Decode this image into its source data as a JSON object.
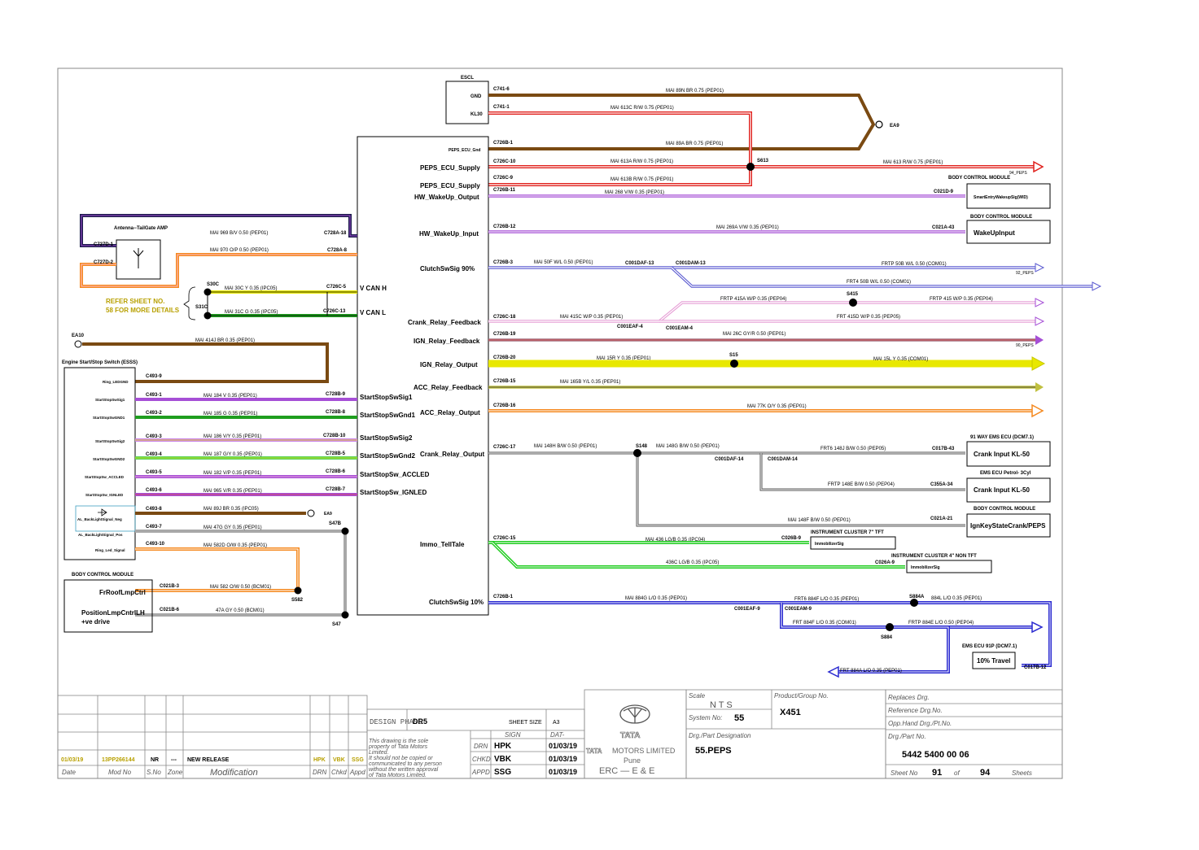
{
  "colors": {
    "brown": "#7a4a12",
    "red": "#e0201c",
    "violet": "#a64fd6",
    "green": "#1f9e1f",
    "yellow": "#e8e800",
    "orange": "#f5891f",
    "grey": "#a8a8a8",
    "blue": "#2a2ad0",
    "pink": "#e6a0d6",
    "navy": "#1a1a7a"
  },
  "escl": {
    "title": "ESCL",
    "gnd": "GND",
    "kl30": "KL30",
    "c1": "C741-6",
    "c2": "C741-1",
    "w1": "MAI  89N   BR   0.75   (PEP01)",
    "w2": "MAI  613C   R/W   0.75   (PEP01)"
  },
  "ea9": "EA9",
  "peps": {
    "gnd": "PEPS_ECU_Gnd",
    "supply1": "PEPS_ECU_Supply",
    "supply2": "PEPS_ECU_Supply",
    "wake_out": "HW_WakeUp_Output",
    "wake_in": "HW_WakeUp_Input",
    "clutch90": "ClutchSwSig 90%",
    "crank_fb": "Crank_Relay_Feedback",
    "ign_fb": "IGN_Relay_Feedback",
    "ign_out": "IGN_Relay_Output",
    "acc_fb": "ACC_Relay_Feedback",
    "acc_out": "ACC_Relay_Output",
    "crank_out": "Crank_Relay_Output",
    "immo": "Immo_TellTale",
    "clutch10": "ClutchSwSig 10%",
    "vcanh": "V CAN H",
    "vcanl": "V CAN L",
    "ss1": "StartStopSwSig1",
    "ssg1": "StartStopSwGnd1",
    "ss2": "StartStopSwSig2",
    "ssg2": "StartStopSwGnd2",
    "accled": "StartStopSw_ACCLED",
    "ignled": "StartStopSw_IGNLED"
  },
  "right": {
    "conn": [
      "C726B-1",
      "C726C-10",
      "C726C-9",
      "C726B-11",
      "C726B-12",
      "C726B-3",
      "C726C-18",
      "C726B-19",
      "C726B-20",
      "C726B-15",
      "C726B-16",
      "C726C-17",
      "C726C-15",
      "C726B-1"
    ],
    "wires": [
      "MAI  89A   BR   0.75   (PEP01)",
      "MAI  613A   R/W   0.75   (PEP01)",
      "MAI  613B   R/W   0.75   (PEP01)",
      "MAI       268   V/W   0.35   (PEP01)",
      "MAI  269A   V/W   0.35   (PEP01)",
      "MAI  50F   W/L   0.50   (PEP01)",
      "MAI  415C   W/P   0.35   (PEP01)",
      "MAI  26C   GY/R   0.50   (PEP01)",
      "MAI       15R   Y   0.35   (PEP01)",
      "MAI  165B   Y/L   0.35   (PEP01)",
      "MAI       77K   O/Y   0.35   (PEP01)",
      "MAI  148H   B/W   0.50   (PEP01)",
      "MAI       436   LG/B   0.35   (IPC04)",
      "MAI  884G   L/O   0.35   (PEP01)"
    ],
    "s613": "S613",
    "w613": "MAI  613   R/W   0.75   (PEP01)",
    "p94": "94_PEPS",
    "bcm1": "BODY CONTROL MODULE",
    "bcm1_box": "SmartEntryWakeupSig(WID)",
    "c021d9": "C021D-9",
    "bcm2": "BODY CONTROL MODULE",
    "bcm2_box": "WakeUpInput",
    "c021a43": "C021A-43",
    "c001daf13": "C001DAF-13",
    "c001dam13": "C001DAM-13",
    "frtp50": "FRTP        50B   W/L   0.50   (COM01)",
    "frt450": "FRT4   50B   W/L   0.50   (COM01)",
    "p92": "92_PEPS",
    "s415": "S415",
    "frtp415a": "FRTP   415A   W/P   0.35   (PEP04)",
    "frtp415": "FRTP   415   W/P   0.35   (PEP04)",
    "frt415d": "FRT   415D   W/P   0.35   (PEP05)",
    "c001eaf4": "C001EAF-4",
    "c001eam4": "C001EAM-4",
    "p90": "90_PEPS",
    "s15": "S15",
    "mai15l": "MAI   15L   Y   0.35   (COM01)",
    "s148": "S148",
    "w148g": "MAI  148G   B/W   0.50   (PEP01)",
    "c001daf14": "C001DAF-14",
    "c001dam14": "C001DAM-14",
    "frt6": "FRT6   148J   B/W   0.50   (PEP05)",
    "frtp148e": "FRTP   148E   B/W   0.50   (PEP04)",
    "w148f": "MAI  148F   B/W   0.50   (PEP01)",
    "ems1": "91 WAY EMS ECU (DCM7.1)",
    "ems1_box": "Crank Input KL-50",
    "c017b43": "C017B-43",
    "ems2": "EMS ECU Petrol- 3Cyl",
    "ems2_box": "Crank Input KL-50",
    "c355a34": "C355A-34",
    "bcm3": "BODY CONTROL MODULE",
    "bcm3_box": "IgnKeyStateCrank/PEPS",
    "c021a21": "C021A-21",
    "ic1": "INSTRUMENT CLUSTER 7\" TFT",
    "ic1_box": "ImmobilizerSig",
    "c026b9": "C026B-9",
    "ic2": "INSTRUMENT CLUSTER 4\" NON TFT",
    "ic2_box": "ImmobilizerSig",
    "c026a9": "C026A-9",
    "w436c": "436C   LG/B   0.35   (IPC05)",
    "c001eaf9": "C001EAF-9",
    "c001eam9": "C001EAM-9",
    "frt6_884f": "FRT6   884F   L/O   0.35   (PEP01)",
    "s884a": "S884A",
    "w884l": "884L   L/O   0.35   (PEP01)",
    "frt884f": "FRT   884F   L/O   0.35   (COM01)",
    "frtp884e": "FRTP   884E   L/O   0.50   (PEP04)",
    "s884": "S884",
    "frt884a": "FRT   884A   L/O   0.35   (PEP01)",
    "ems3": "EMS ECU 91P (DCM7.1)",
    "ems3_box": "10% Travel",
    "c017b12": "C017B-12"
  },
  "left": {
    "ant": "Antenna--TailGate AMP",
    "c727d1": "C727D-1",
    "c727d2": "C727D-2",
    "w969": "MAI   969   B/V   0.50   (PEP01)",
    "w970": "MAI   970   O/P   0.50   (PEP01)",
    "c728a18": "C728A-18",
    "c728a8": "C728A-8",
    "s30c": "S30C",
    "s31c": "S31C",
    "w30c": "MAI      30C   Y   0.35   (IPC05)",
    "w31c": "MAI      31C   G   0.35   (IPC05)",
    "c726c5": "C726C-5",
    "c726c13": "C726C-13",
    "refer": "REFER  SHEET NO.",
    "refer2": "58 FOR MORE DETAILS",
    "ea10": "EA10",
    "w414j": "MAI   414J   BR   0.35   (PEP01)",
    "esss": "Engine Start/Stop Switch (ESSS)",
    "pins": [
      "Ring_LEDGND",
      "StartStopSwSig1",
      "StartStopSwGND1",
      "StartStopSwSig2",
      "StartStopSwGND2",
      "StartStopSw_ACCLED",
      "StartStopSw_IGNLED",
      "AL_BackLightSignal_Neg",
      "AL_BackLightSignal_Pos",
      "Ring_Led_Signal"
    ],
    "cons": [
      "C493-9",
      "C493-1",
      "C493-2",
      "C493-3",
      "C493-4",
      "C493-5",
      "C493-6",
      "C493-8",
      "C493-7",
      "C493-10"
    ],
    "wires": [
      "MAI   184   V   0.35   (PEP01)",
      "MAI   185   G   0.35   (PEP01)",
      "MAI   186   V/Y   0.35   (PEP01)",
      "MAI   187   G/Y   0.35   (PEP01)",
      "MAI   182   V/P   0.35   (PEP01)",
      "MAI   965   V/R   0.35   (PEP01)",
      "MAI   89J   BR   0.35   (IPC05)",
      "MAI   47G   GY   0.35   (PEP01)",
      "MAI   582D   O/W   0.35   (PEP01)"
    ],
    "c728": [
      "C728B-9",
      "C728B-8",
      "C728B-10",
      "C728B-5",
      "C728B-6",
      "C728B-7"
    ],
    "ea9b": "EA9",
    "s47b": "S47B",
    "s47": "S47",
    "s582": "S582",
    "bcm": "BODY CONTROL MODULE",
    "frroof": "FrRoofLmpCtrl",
    "poslmp": "PositionLmpCntrlLH",
    "poslmp2": "+ve drive",
    "c021b3": "C021B-3",
    "c021b6": "C021B-6",
    "w582": "MAI   582   O/W   0.50   (BCM01)",
    "w47a": "47A   GY   0.50   (BCM01)"
  },
  "title_block": {
    "rev_date": "01/03/19",
    "rev_mod": "13PP266144",
    "rev_sno": "NR",
    "rev_zone": "---",
    "rev_desc": "NEW RELEASE",
    "rev_drn": "HPK",
    "rev_chk": "VBK",
    "rev_app": "SSG",
    "h_date": "Date",
    "h_mod": "Mod No",
    "h_sno": "S.No",
    "h_zone": "Zone",
    "h_modif": "Modification",
    "h_drn": "DRN",
    "h_chk": "Chkd",
    "h_app": "Appd",
    "phase_lbl": "DESIGN PHASE",
    "phase": "DR5",
    "size_lbl": "SHEET SIZE",
    "size": "A3",
    "notice1": "This drawing is the sole",
    "notice2": "property of Tata Motors",
    "notice3": "Limited.",
    "notice4": "It should not be copied or",
    "notice5": "communicated to any person",
    "notice6": "without the written approval",
    "notice7": "of Tata Motors Limited.",
    "sign": "SIGN",
    "dat": "DAT-",
    "drn": "DRN",
    "chkd": "CHKD",
    "appd": "APPD",
    "drn_name": "HPK",
    "chk_name": "VBK",
    "app_name": "SSG",
    "d1": "01/03/19",
    "d2": "01/03/19",
    "d3": "01/03/19",
    "logo": "TATA",
    "company": "MOTORS LIMITED",
    "city": "Pune",
    "erc": "ERC  —  E  &  E",
    "scale_lbl": "Scale",
    "scale": "N T S",
    "sys_lbl": "System No:",
    "sys": "55",
    "prod_lbl": "Product/Group No.",
    "prod": "X451",
    "desig_lbl": "Drg./Part Designation",
    "desig": "55.PEPS",
    "rep_lbl": "Replaces Drg.",
    "ref_lbl": "Reference Drg.No.",
    "opp_lbl": "Opp.Hand Drg./Pt.No.",
    "part_lbl": "Drg./Part No.",
    "part": "5442 5400 00 06",
    "sheet_lbl": "Sheet No",
    "sheet": "91",
    "of": "of",
    "total": "94",
    "sheets": "Sheets"
  }
}
